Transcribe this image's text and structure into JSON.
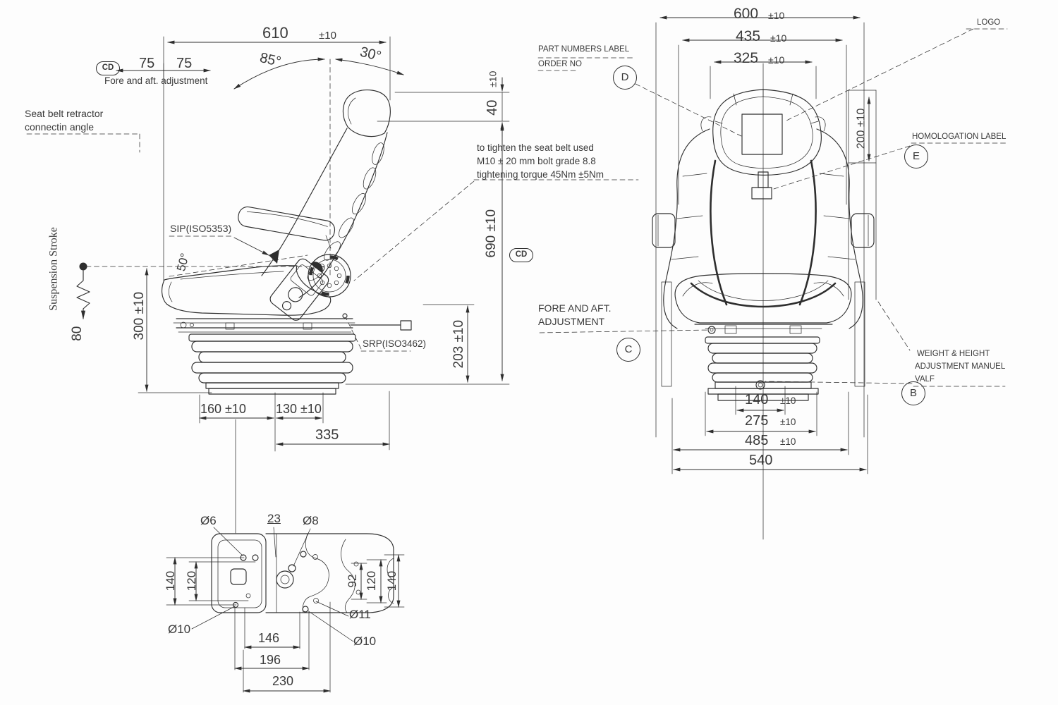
{
  "side_view": {
    "dim_610": "610",
    "dim_610_tol": "±10",
    "dim_75_left": "75",
    "dim_75_right": "75",
    "datum_cd_top": "CD",
    "datum_cd_right": "CD",
    "fore_aft_note": "Fore and aft. adjustment",
    "angle_85": "85°",
    "angle_30": "30°",
    "dim_40": "40",
    "dim_40_tol": "±10",
    "dim_690": "690 ±10",
    "dim_203": "203 ±10",
    "dim_300": "300 ±10",
    "dim_80": "80",
    "suspension_stroke": "Suspension Stroke",
    "belt_note_line1": "Seat belt retractor",
    "belt_note_line2": "connectin angle",
    "sip_label": "SIP(ISO5353)",
    "angle_50": "50°",
    "srp_label": "SRP(ISO3462)",
    "bolt_note_line1": "to tighten the seat belt used",
    "bolt_note_line2": "M10 ± 20 mm bolt grade 8.8",
    "bolt_note_line3": "tightening torque 45Nm ±5Nm",
    "dim_160": "160 ±10",
    "dim_130": "130 ±10",
    "dim_335": "335"
  },
  "front_view": {
    "dim_600": "600",
    "dim_600_tol": "±10",
    "dim_435": "435",
    "dim_435_tol": "±10",
    "dim_325": "325",
    "dim_325_tol": "±10",
    "dim_200": "200 ±10",
    "logo_label": "LOGO",
    "part_numbers_line1": "PART NUMBERS LABEL",
    "part_numbers_line2": "ORDER NO",
    "homologation_label": "HOMOLOGATION LABEL",
    "fore_aft_line1": "FORE AND AFT.",
    "fore_aft_line2": "ADJUSTMENT",
    "weight_height_line1": "WEIGHT & HEIGHT",
    "weight_height_line2": "ADJUSTMENT MANUEL",
    "weight_height_line3": "VALF",
    "callout_b": "B",
    "callout_c": "C",
    "callout_d": "D",
    "callout_e": "E",
    "dim_140": "140",
    "dim_140_tol": "±10",
    "dim_275": "275",
    "dim_275_tol": "±10",
    "dim_485": "485",
    "dim_485_tol": "±10",
    "dim_540": "540"
  },
  "bottom_view": {
    "dia_6": "Ø6",
    "dim_23": "23",
    "dia_8": "Ø8",
    "dim_140_left": "140",
    "dim_120_left": "120",
    "dim_92": "92",
    "dim_120_right": "120",
    "dim_140_right": "140",
    "dia_10_left": "Ø10",
    "dia_11": "Ø11",
    "dia_10_right": "Ø10",
    "dim_146": "146",
    "dim_196": "196",
    "dim_230": "230"
  },
  "colors": {
    "line": "#2e2e2e",
    "text": "#3a3a3a",
    "background": "#fdfdfd"
  }
}
